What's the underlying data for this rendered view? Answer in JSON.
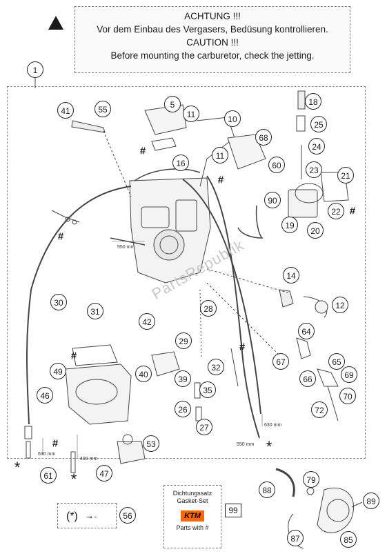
{
  "caution": {
    "line1": "ACHTUNG !!!",
    "line2": "Vor dem Einbau des Vergasers, Bedüsung kontrollieren.",
    "line3": "CAUTION !!!",
    "line4": "Before mounting the carburetor, check the jetting."
  },
  "assembly_ref": "1",
  "hash_mark": "#",
  "star_mark": "*",
  "callouts": [
    "5",
    "10",
    "11",
    "11",
    "12",
    "14",
    "16",
    "18",
    "19",
    "20",
    "21",
    "22",
    "23",
    "24",
    "25",
    "26",
    "27",
    "28",
    "29",
    "30",
    "31",
    "32",
    "35",
    "39",
    "40",
    "41",
    "42",
    "46",
    "47",
    "49",
    "53",
    "55",
    "60",
    "61",
    "64",
    "65",
    "66",
    "67",
    "68",
    "69",
    "70",
    "72",
    "79",
    "85",
    "87",
    "88",
    "89",
    "90"
  ],
  "hose_lengths": {
    "left_top": "550 mm",
    "left_bottom": "630 mm",
    "center": "400 mm",
    "right_a": "630 mm",
    "right_b": "550 mm"
  },
  "gasket_set": {
    "line1": "Dichtungssatz",
    "line2": "Gasket-Set",
    "brand": "KTM",
    "line3": "Parts with #",
    "ref": "99"
  },
  "legend": {
    "symbol": "(*)",
    "ref": "56"
  },
  "watermark": "PartsRepublik"
}
